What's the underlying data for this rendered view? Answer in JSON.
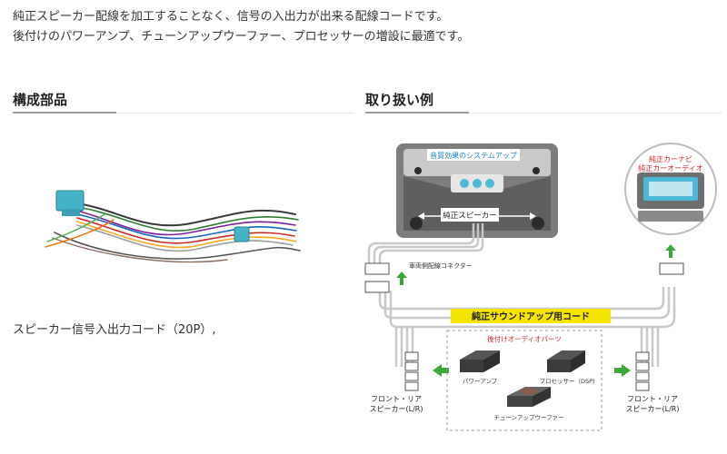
{
  "intro": {
    "line1": "純正スピーカー配線を加工することなく、信号の入出力が出来る配線コードです。",
    "line2": "後付けのパワーアンプ、チューンアップウーファー、プロセッサーの増設に最適です。"
  },
  "sections": {
    "components_title": "構成部品",
    "example_title": "取り扱い例"
  },
  "product": {
    "caption": "スピーカー信号入出力コード（20P）,"
  },
  "diagram": {
    "system_up_label": "音質効果のシステムアップ",
    "oem_speaker_label": "純正スピーカー",
    "oem_navi_label_line1": "純正カーナビ",
    "oem_navi_label_line2": "純正カーオーディオ",
    "vehicle_connector_label": "車両側配線コネクター",
    "cord_banner": "純正サウンドアップ用コード",
    "aftermarket_parts_label": "後付けオーディオパーツ",
    "power_amp_label": "パワーアンプ",
    "processor_label": "プロセッサー（DSP)",
    "tuneup_woofer_label": "チューンアップウーファー",
    "front_rear_left_line1": "フロント・リア",
    "front_rear_left_line2": "スピーカー(L/R)",
    "front_rear_right_line1": "フロント・リア",
    "front_rear_right_line2": "スピーカー(L/R)"
  },
  "colors": {
    "accent_green": "#3aa93a",
    "banner_yellow": "#f5e300",
    "speaker_label_blue": "#1a7fc0",
    "navi_label_red": "#d9232a",
    "cord_gray": "#c8c8c8"
  }
}
